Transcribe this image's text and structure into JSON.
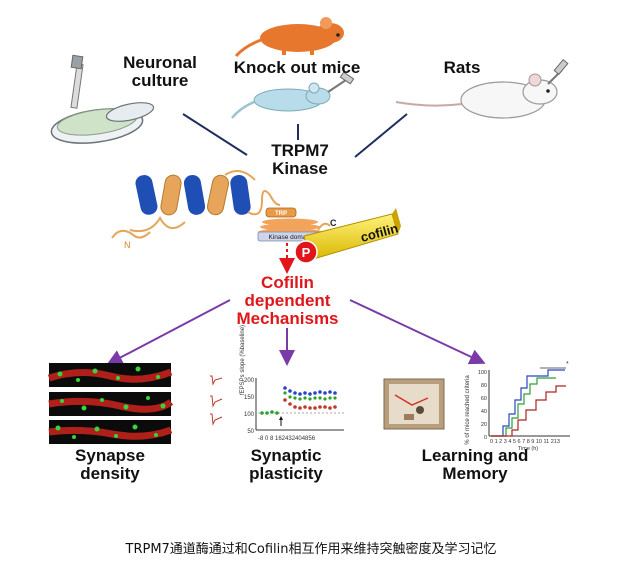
{
  "labels": {
    "neuronal_culture": "Neuronal culture",
    "knockout_mice": "Knock out mice",
    "rats": "Rats",
    "trpm7": "TRPM7",
    "kinase": "Kinase",
    "trp_box": "TRP",
    "kinase_domain": "Kinase domain",
    "n_terminus": "N",
    "c_terminus": "C",
    "phospho": "P",
    "cofilin": "cofilin",
    "mechanism_line1": "Cofilin",
    "mechanism_line2": "dependent",
    "mechanism_line3": "Mechanisms",
    "synapse_line1": "Synapse",
    "synapse_line2": "density",
    "plasticity_line1": "Synaptic",
    "plasticity_line2": "plasticity",
    "learning_line1": "Learning and",
    "learning_line2": "Memory"
  },
  "plasticity_chart": {
    "ylabel": "fEPSPs slope (%baseline)",
    "yticks": [
      "200",
      "150",
      "100",
      "50"
    ],
    "xticks": "-8 0 8 162432404856"
  },
  "learning_chart": {
    "ylabel": "% of mice reached criteria",
    "yticks": [
      "100",
      "80",
      "60",
      "40",
      "20",
      "0"
    ],
    "xticks": "0 1 2 3 4 5 6 7 8 9 10 11 213",
    "xlabel": "Time (h)",
    "star": "*"
  },
  "caption": "TRPM7通道酶通过和Cofilin相互作用来维持突触密度及学习记忆",
  "colors": {
    "arrow_navy": "#1f2e5e",
    "arrow_purple": "#7a3aa8",
    "helix_blue": "#1f4fb4",
    "helix_orange": "#e6a55a",
    "mechanism_red": "#e0161b",
    "cofilin_yellow": "#f0d61a"
  }
}
